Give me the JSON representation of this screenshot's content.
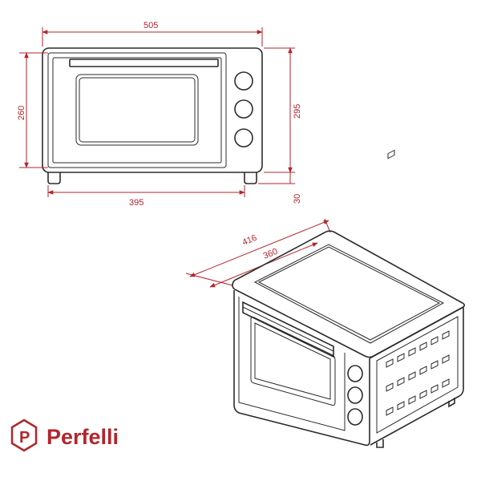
{
  "front_view": {
    "width_label": "505",
    "height_label": "260",
    "total_height_label": "295",
    "base_width_label": "395",
    "foot_height_label": "30"
  },
  "iso_view": {
    "depth_label": "416",
    "inner_depth_label": "360"
  },
  "brand": {
    "name": "Perfelli",
    "logo_letter": "P"
  },
  "colors": {
    "dimension": "#b1262d",
    "outline": "#2b2b2b",
    "brand": "#b1262d"
  }
}
